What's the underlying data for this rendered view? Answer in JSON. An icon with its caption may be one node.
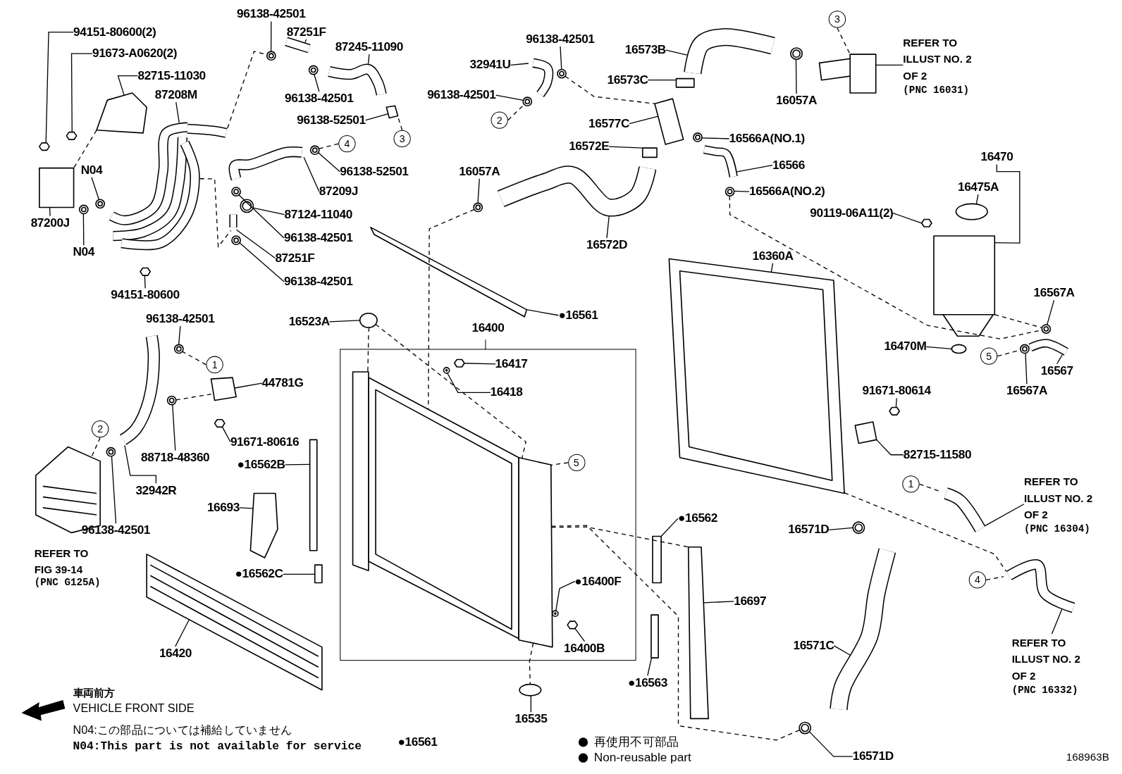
{
  "diagram": {
    "nodes": [
      {
        "text": [
          "94151-80600(2)"
        ]
      },
      {
        "text": [
          "91673-A0620(2)"
        ]
      },
      {
        "text": [
          "82715-11030"
        ]
      },
      {
        "text": [
          "87208M"
        ]
      },
      {
        "text": [
          "N04"
        ]
      },
      {
        "text": [
          "87200J"
        ]
      },
      {
        "text": [
          "N04"
        ]
      },
      {
        "text": [
          "94151-80600"
        ]
      },
      {
        "text": [
          "96138-42501"
        ]
      },
      {
        "text": [
          "87251F"
        ]
      },
      {
        "text": [
          "87245-11090"
        ]
      },
      {
        "text": [
          "96138-42501"
        ]
      },
      {
        "text": [
          "96138-52501"
        ]
      },
      {
        "text": [
          "3"
        ]
      },
      {
        "text": [
          "4"
        ]
      },
      {
        "text": [
          "96138-52501"
        ]
      },
      {
        "text": [
          "87209J"
        ]
      },
      {
        "text": [
          "87124-11040"
        ]
      },
      {
        "text": [
          "96138-42501"
        ]
      },
      {
        "text": [
          "87251F"
        ]
      },
      {
        "text": [
          "96138-42501"
        ]
      },
      {
        "text": [
          "96138-42501"
        ]
      },
      {
        "text": [
          "32941U"
        ]
      },
      {
        "text": [
          "16573B"
        ]
      },
      {
        "text": [
          "96138-42501"
        ]
      },
      {
        "text": [
          "2"
        ]
      },
      {
        "text": [
          "16573C"
        ]
      },
      {
        "text": [
          "16057A"
        ]
      },
      {
        "text": [
          "3"
        ]
      },
      {
        "text": [
          "REFER TO ILLUST NO. 2 OF 2",
          "(PNC 16031)"
        ]
      },
      {
        "text": [
          "16577C"
        ]
      },
      {
        "text": [
          "16566A(NO.1)"
        ]
      },
      {
        "text": [
          "16572E"
        ]
      },
      {
        "text": [
          "16566"
        ]
      },
      {
        "text": [
          "16057A"
        ]
      },
      {
        "text": [
          "16566A(NO.2)"
        ]
      },
      {
        "text": [
          "16470"
        ]
      },
      {
        "text": [
          "16475A"
        ]
      },
      {
        "text": [
          "90119-06A11(2)"
        ]
      },
      {
        "text": [
          "16572D"
        ]
      },
      {
        "text": [
          "16360A"
        ]
      },
      {
        "text": [
          "16567A"
        ]
      },
      {
        "text": [
          "●16561"
        ]
      },
      {
        "text": [
          "16523A"
        ]
      },
      {
        "text": [
          "16400"
        ]
      },
      {
        "text": [
          "96138-42501"
        ]
      },
      {
        "text": [
          "1"
        ]
      },
      {
        "text": [
          "44781G"
        ]
      },
      {
        "text": [
          "16417"
        ],
        "in": 44
      },
      {
        "text": [
          "16470M"
        ]
      },
      {
        "text": [
          "5"
        ]
      },
      {
        "text": [
          "16567"
        ]
      },
      {
        "text": [
          "16418"
        ],
        "in": 44
      },
      {
        "text": [
          "16567A"
        ]
      },
      {
        "text": [
          "91671-80614"
        ]
      },
      {
        "text": [
          "91671-80616"
        ]
      },
      {
        "text": [
          "2"
        ]
      },
      {
        "text": [
          "●16562B"
        ]
      },
      {
        "text": [
          "88718-48360"
        ]
      },
      {
        "text": [
          "32942R"
        ]
      },
      {
        "text": [
          "5"
        ],
        "in": 44
      },
      {
        "text": [
          "82715-11580"
        ]
      },
      {
        "text": [
          "1"
        ]
      },
      {
        "text": [
          "REFER TO ILLUST NO. 2 OF 2",
          "(PNC 16304)"
        ]
      },
      {
        "text": [
          "16693"
        ]
      },
      {
        "text": [
          "●16562"
        ]
      },
      {
        "text": [
          "16571D"
        ]
      },
      {
        "text": [
          "96138-42501"
        ]
      },
      {
        "text": [
          "●16562C"
        ]
      },
      {
        "text": [
          "●16400F"
        ],
        "in": 44
      },
      {
        "text": [
          "16697"
        ]
      },
      {
        "text": [
          "4"
        ]
      },
      {
        "text": [
          "16400B"
        ],
        "in": 44
      },
      {
        "text": [
          "16571C"
        ]
      },
      {
        "text": [
          "16420"
        ]
      },
      {
        "text": [
          "●16563"
        ]
      },
      {
        "text": [
          "16535"
        ]
      },
      {
        "text": [
          "16571D"
        ]
      },
      {
        "text": [
          "REFER TO ILLUST NO. 2 OF 2",
          "(PNC 16332)"
        ]
      },
      {
        "text": [],
        "shape": "bolt"
      },
      {
        "text": [],
        "shape": "bolt"
      },
      {
        "text": [],
        "shape": "bracket"
      },
      {
        "text": [],
        "shape": "hose"
      },
      {
        "text": [],
        "shape": "clamp"
      },
      {
        "text": [],
        "shape": "box"
      },
      {
        "text": [],
        "shape": "clamp"
      },
      {
        "text": [],
        "shape": "bolt"
      },
      {
        "text": [],
        "shape": "clamp"
      },
      {
        "text": [],
        "shape": "hose"
      },
      {
        "text": [],
        "shape": "hose"
      },
      {
        "text": [],
        "shape": "clamp"
      },
      {
        "text": [],
        "shape": "bracket"
      },
      {
        "text": [],
        "shape": "clamp"
      },
      {
        "text": [],
        "shape": "hose"
      },
      {
        "text": [],
        "shape": "clamp"
      },
      {
        "text": [],
        "shape": "clamp"
      },
      {
        "text": [],
        "shape": "hose"
      },
      {
        "text": [],
        "shape": "clamp"
      },
      {
        "text": [],
        "shape": "clamp"
      },
      {
        "text": [],
        "shape": "hose"
      },
      {
        "text": [],
        "shape": "hose"
      },
      {
        "text": [],
        "shape": "clamp"
      },
      {
        "text": [],
        "shape": "bracket"
      },
      {
        "text": [],
        "shape": "clamp"
      },
      {
        "text": [],
        "shape": "box"
      },
      {
        "text": [],
        "shape": "box"
      },
      {
        "text": [],
        "shape": "clamp"
      },
      {
        "text": [],
        "shape": "bracket"
      },
      {
        "text": [],
        "shape": "hose"
      },
      {
        "text": [],
        "shape": "clamp"
      },
      {
        "text": [],
        "shape": "clamp"
      },
      {
        "text": [],
        "shape": "box"
      },
      {
        "text": [],
        "shape": "cap"
      },
      {
        "text": [],
        "shape": "bolt"
      },
      {
        "text": [],
        "shape": "hose"
      },
      {
        "text": [],
        "shape": "box"
      },
      {
        "text": [],
        "shape": "clamp"
      },
      {
        "text": [],
        "shape": "bar"
      },
      {
        "text": [],
        "shape": "cap"
      },
      {
        "text": [],
        "shape": "clamp"
      },
      {
        "text": [],
        "shape": "bracket"
      },
      {
        "text": [],
        "shape": "bolt",
        "in": 44
      },
      {
        "text": [],
        "shape": "cap"
      },
      {
        "text": [],
        "shape": "clamp"
      },
      {
        "text": [],
        "shape": "hose"
      },
      {
        "text": [],
        "shape": "clamp",
        "in": 44
      },
      {
        "text": [],
        "shape": "bolt"
      },
      {
        "text": [],
        "shape": "bolt"
      },
      {
        "text": [],
        "shape": "box"
      },
      {
        "text": [],
        "shape": "bar"
      },
      {
        "text": [],
        "shape": "clamp"
      },
      {
        "text": [],
        "shape": "hose"
      },
      {
        "text": [],
        "shape": "box",
        "in": 44
      },
      {
        "text": [],
        "shape": "bracket"
      },
      {
        "text": [],
        "shape": "hose"
      },
      {
        "text": [],
        "shape": "bracket"
      },
      {
        "text": [],
        "shape": "bar"
      },
      {
        "text": [],
        "shape": "clamp"
      },
      {
        "text": [],
        "shape": "clamp"
      },
      {
        "text": [],
        "shape": "bar"
      },
      {
        "text": [],
        "shape": "clamp",
        "in": 44
      },
      {
        "text": [],
        "shape": "bar"
      },
      {
        "text": [],
        "shape": "hose"
      },
      {
        "text": [],
        "shape": "bolt",
        "in": 44
      },
      {
        "text": [],
        "shape": "hose"
      },
      {
        "text": [],
        "shape": "box"
      },
      {
        "text": [],
        "shape": "bar"
      },
      {
        "text": [],
        "shape": "cap"
      },
      {
        "text": [],
        "shape": "clamp"
      }
    ],
    "edges": [
      {
        "from": 0,
        "to": 79,
        "arrow": "none"
      },
      {
        "from": 1,
        "to": 80,
        "arrow": "none"
      },
      {
        "from": 2,
        "to": 81,
        "arrow": "none"
      },
      {
        "from": 3,
        "to": 82,
        "arrow": "none"
      },
      {
        "from": 4,
        "to": 83,
        "arrow": "none"
      },
      {
        "from": 5,
        "to": 84,
        "arrow": "none"
      },
      {
        "from": 6,
        "to": 85,
        "arrow": "none"
      },
      {
        "from": 7,
        "to": 86,
        "arrow": "none"
      },
      {
        "from": 8,
        "to": 87,
        "arrow": "none"
      },
      {
        "from": 9,
        "to": 88,
        "arrow": "none"
      },
      {
        "from": 10,
        "to": 89,
        "arrow": "none"
      },
      {
        "from": 11,
        "to": 90,
        "arrow": "none"
      },
      {
        "from": 12,
        "to": 91,
        "arrow": "none"
      },
      {
        "from": 13,
        "to": 91,
        "arrow": "none",
        "style": "dashed"
      },
      {
        "from": 14,
        "to": 92,
        "arrow": "none",
        "style": "dashed"
      },
      {
        "from": 15,
        "to": 92,
        "arrow": "none"
      },
      {
        "from": 16,
        "to": 93,
        "arrow": "none"
      },
      {
        "from": 17,
        "to": 94,
        "arrow": "none"
      },
      {
        "from": 18,
        "to": 95,
        "arrow": "none"
      },
      {
        "from": 19,
        "to": 96,
        "arrow": "none"
      },
      {
        "from": 20,
        "to": 97,
        "arrow": "none"
      },
      {
        "from": 21,
        "to": 98,
        "arrow": "none"
      },
      {
        "from": 22,
        "to": 99,
        "arrow": "none"
      },
      {
        "from": 23,
        "to": 100,
        "arrow": "none"
      },
      {
        "from": 24,
        "to": 101,
        "arrow": "none"
      },
      {
        "from": 25,
        "to": 101,
        "arrow": "none",
        "style": "dashed"
      },
      {
        "from": 26,
        "to": 102,
        "arrow": "none"
      },
      {
        "from": 27,
        "to": 103,
        "arrow": "none"
      },
      {
        "from": 28,
        "to": 104,
        "arrow": "none",
        "style": "dashed"
      },
      {
        "from": 29,
        "to": 104,
        "arrow": "none"
      },
      {
        "from": 30,
        "to": 105,
        "arrow": "none"
      },
      {
        "from": 31,
        "to": 106,
        "arrow": "none"
      },
      {
        "from": 32,
        "to": 107,
        "arrow": "none"
      },
      {
        "from": 33,
        "to": 108,
        "arrow": "none"
      },
      {
        "from": 34,
        "to": 109,
        "arrow": "none"
      },
      {
        "from": 35,
        "to": 110,
        "arrow": "none"
      },
      {
        "from": 36,
        "to": 111,
        "arrow": "none"
      },
      {
        "from": 37,
        "to": 112,
        "arrow": "none"
      },
      {
        "from": 38,
        "to": 113,
        "arrow": "none"
      },
      {
        "from": 39,
        "to": 114,
        "arrow": "none"
      },
      {
        "from": 40,
        "to": 115,
        "arrow": "none"
      },
      {
        "from": 41,
        "to": 116,
        "arrow": "none"
      },
      {
        "from": 42,
        "to": 117,
        "arrow": "none"
      },
      {
        "from": 43,
        "to": 118,
        "arrow": "none"
      },
      {
        "from": 45,
        "to": 119,
        "arrow": "none"
      },
      {
        "from": 46,
        "to": 119,
        "arrow": "none",
        "style": "dashed"
      },
      {
        "from": 47,
        "to": 120,
        "arrow": "none"
      },
      {
        "from": 48,
        "to": 121,
        "arrow": "none"
      },
      {
        "from": 49,
        "to": 122,
        "arrow": "none"
      },
      {
        "from": 50,
        "to": 123,
        "arrow": "none",
        "style": "dashed"
      },
      {
        "from": 51,
        "to": 124,
        "arrow": "none"
      },
      {
        "from": 52,
        "to": 125,
        "arrow": "none"
      },
      {
        "from": 53,
        "to": 123,
        "arrow": "none"
      },
      {
        "from": 54,
        "to": 126,
        "arrow": "none"
      },
      {
        "from": 55,
        "to": 127,
        "arrow": "none"
      },
      {
        "from": 56,
        "to": 128,
        "arrow": "none",
        "style": "dashed"
      },
      {
        "from": 57,
        "to": 129,
        "arrow": "none"
      },
      {
        "from": 58,
        "to": 130,
        "arrow": "none"
      },
      {
        "from": 59,
        "to": 131,
        "arrow": "none"
      },
      {
        "from": 60,
        "to": 132,
        "arrow": "none",
        "style": "dashed"
      },
      {
        "from": 61,
        "to": 133,
        "arrow": "none"
      },
      {
        "from": 62,
        "to": 134,
        "arrow": "none",
        "style": "dashed"
      },
      {
        "from": 63,
        "to": 134,
        "arrow": "none"
      },
      {
        "from": 64,
        "to": 135,
        "arrow": "none"
      },
      {
        "from": 65,
        "to": 136,
        "arrow": "none"
      },
      {
        "from": 66,
        "to": 137,
        "arrow": "none"
      },
      {
        "from": 67,
        "to": 138,
        "arrow": "none"
      },
      {
        "from": 68,
        "to": 139,
        "arrow": "none"
      },
      {
        "from": 69,
        "to": 140,
        "arrow": "none"
      },
      {
        "from": 70,
        "to": 141,
        "arrow": "none"
      },
      {
        "from": 71,
        "to": 142,
        "arrow": "none",
        "style": "dashed"
      },
      {
        "from": 72,
        "to": 143,
        "arrow": "none"
      },
      {
        "from": 73,
        "to": 144,
        "arrow": "none"
      },
      {
        "from": 74,
        "to": 145,
        "arrow": "none"
      },
      {
        "from": 75,
        "to": 146,
        "arrow": "none"
      },
      {
        "from": 76,
        "to": 147,
        "arrow": "none"
      },
      {
        "from": 77,
        "to": 148,
        "arrow": "none"
      },
      {
        "from": 78,
        "to": 142,
        "arrow": "none"
      },
      {
        "from": 82,
        "to": 87,
        "arrow": "none",
        "style": "dashed"
      },
      {
        "from": 82,
        "to": 96,
        "arrow": "none",
        "style": "dashed"
      },
      {
        "from": 81,
        "to": 84,
        "arrow": "none",
        "style": "dashed"
      },
      {
        "from": 98,
        "to": 105,
        "arrow": "none",
        "style": "dashed"
      },
      {
        "from": 110,
        "to": 116,
        "arrow": "none",
        "style": "dashed"
      },
      {
        "from": 109,
        "to": 132,
        "arrow": "none",
        "style": "dashed"
      },
      {
        "from": 118,
        "to": 132,
        "arrow": "none",
        "style": "dashed"
      },
      {
        "from": 118,
        "to": 132,
        "arrow": "none",
        "style": "dashed"
      },
      {
        "from": 132,
        "to": 148,
        "arrow": "none",
        "style": "dashed"
      },
      {
        "from": 132,
        "to": 141,
        "arrow": "none",
        "style": "dashed"
      },
      {
        "from": 115,
        "to": 142,
        "arrow": "none",
        "style": "dashed"
      },
      {
        "from": 132,
        "to": 147,
        "arrow": "none",
        "style": "dashed"
      },
      {
        "from": 130,
        "to": 120,
        "arrow": "none",
        "style": "dashed"
      },
      {
        "from": 111,
        "to": 116,
        "arrow": "none",
        "style": "dashed"
      }
    ],
    "labels": [
      "REFER TO FIG 39-14",
      "(PNC G125A)",
      "●16561",
      "車両前方",
      "VEHICLE FRONT SIDE",
      "N04:この部品については補給していません",
      "N04:This part is not available for service",
      "168963B"
    ],
    "legend": [
      {
        "text": "再使用不可部品"
      },
      {
        "text": "Non-reusable part"
      }
    ]
  }
}
